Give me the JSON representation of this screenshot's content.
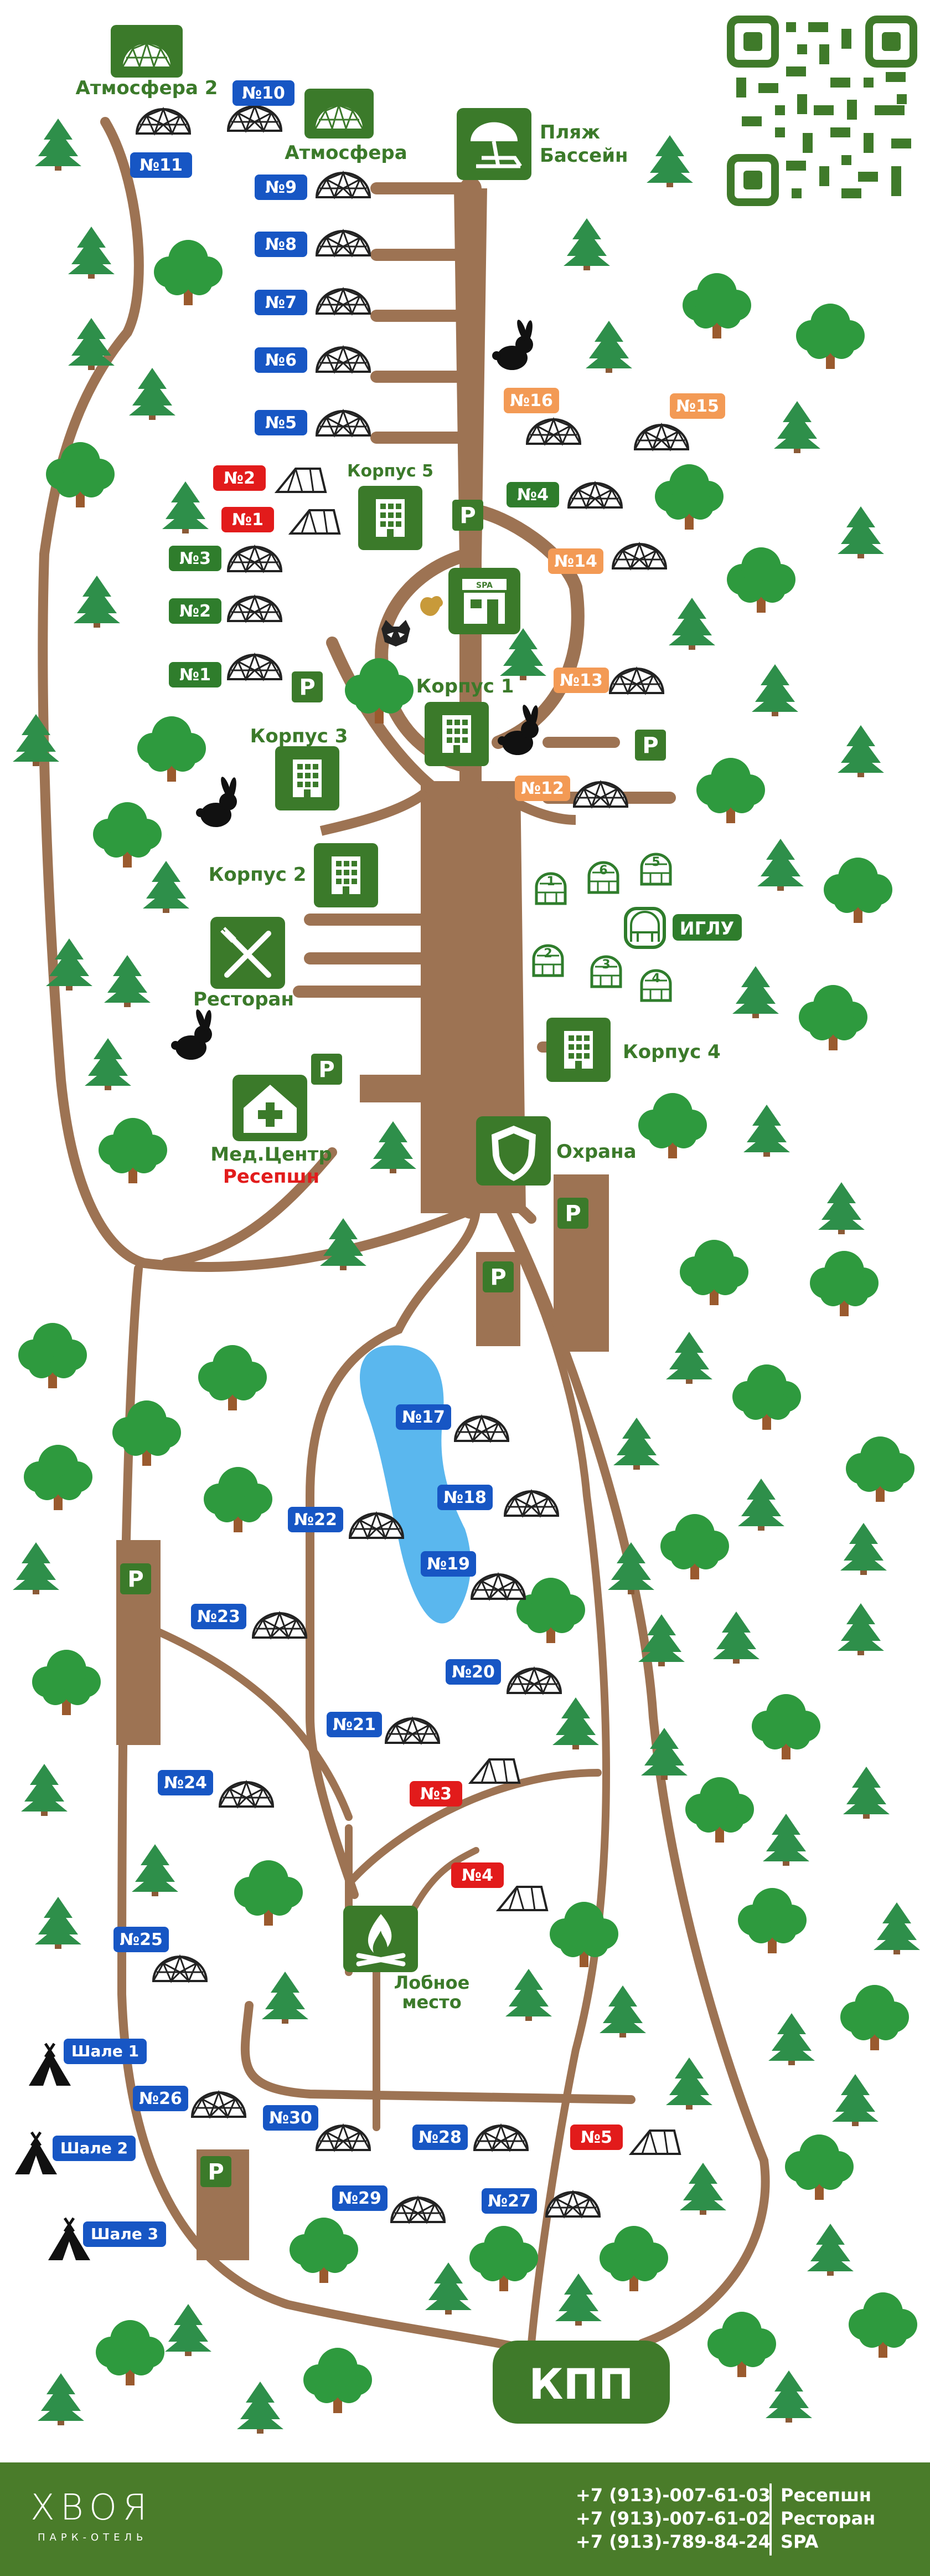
{
  "colors": {
    "road": "#9d7353",
    "green_badge": "#2f7d2c",
    "blue_badge": "#1756c4",
    "red_badge": "#e21b1b",
    "orange_badge": "#f39a55",
    "tree": "#2e9a3e",
    "pine": "#2e8f4a",
    "lake": "#5ab7ee",
    "footer": "#4a7c2a",
    "parking": "#3b7a2a",
    "kpp": "#3f7a2a",
    "reception_text": "#e21b1b"
  },
  "buildings": {
    "atm2": "Атмосфера 2",
    "atm": "Атмосфера",
    "beach_1": "Пляж",
    "beach_2": "Бассейн",
    "k5": "Корпус 5",
    "k1": "Корпус 1",
    "k3": "Корпус 3",
    "k2": "Корпус 2",
    "k4": "Корпус 4",
    "rest": "Ресторан",
    "med": "Мед.Центр",
    "reception": "Ресепшн",
    "guard": "Охрана",
    "iglu": "ИГЛУ",
    "fire_1": "Лобное",
    "fire_2": "место",
    "spa": "SPA",
    "kpp": "КПП",
    "parking": "P"
  },
  "blue": {
    "b10": "№10",
    "b11": "№11",
    "b9": "№9",
    "b8": "№8",
    "b7": "№7",
    "b6": "№6",
    "b5": "№5",
    "b17": "№17",
    "b18": "№18",
    "b22": "№22",
    "b19": "№19",
    "b23": "№23",
    "b20": "№20",
    "b21": "№21",
    "b24": "№24",
    "b25": "№25",
    "b26": "№26",
    "b30": "№30",
    "b28": "№28",
    "b29": "№29",
    "b27": "№27"
  },
  "green": {
    "g4": "№4",
    "g3": "№3",
    "g2": "№2",
    "g1": "№1"
  },
  "red": {
    "r2": "№2",
    "r1": "№1",
    "r3": "№3",
    "r4": "№4",
    "r5": "№5"
  },
  "orange": {
    "o16": "№16",
    "o15": "№15",
    "o14": "№14",
    "o13": "№13",
    "o12": "№12"
  },
  "igloo_nums": [
    "1",
    "6",
    "5",
    "2",
    "3",
    "4"
  ],
  "chalets": {
    "c1": "Шале 1",
    "c2": "Шале 2",
    "c3": "Шале 3"
  },
  "footer": {
    "logo": "ХВОЯ",
    "logo_sub": "ПАРК-ОТЕЛЬ",
    "phones": [
      "+7 (913)-007-61-03",
      "+7 (913)-007-61-02",
      "+7 (913)-789-84-24"
    ],
    "desc": [
      "Ресепшн",
      "Ресторан",
      "SPA"
    ]
  }
}
